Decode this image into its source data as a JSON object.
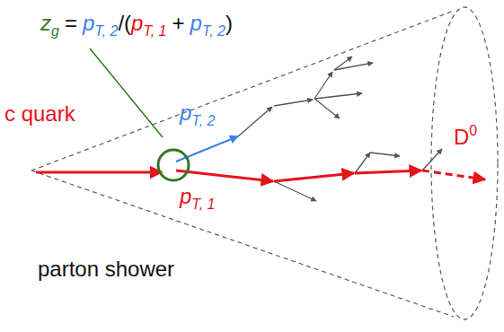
{
  "diagram": {
    "labels": [
      "z",
      "g",
      "=",
      "p",
      "T, 2",
      "/(",
      "p",
      "T, 1",
      "+",
      "p",
      "T, 2",
      ")",
      "c quark",
      "p",
      "T, 2",
      "p",
      "T, 1",
      "D",
      "0",
      "parton shower"
    ]
  }
}
